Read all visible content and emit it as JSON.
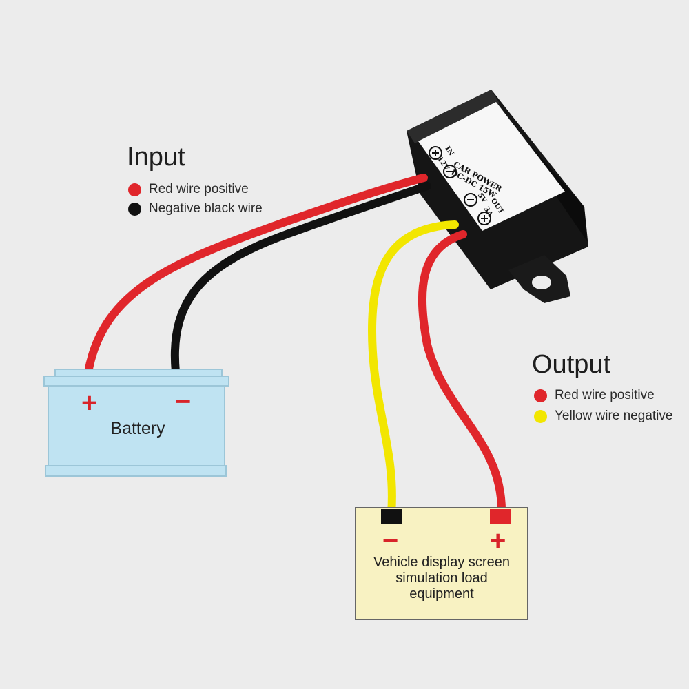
{
  "input": {
    "title": "Input",
    "legend": [
      {
        "label": "Red wire positive",
        "color": "#e0262b"
      },
      {
        "label": "Negative black wire",
        "color": "#111111"
      }
    ]
  },
  "output": {
    "title": "Output",
    "legend": [
      {
        "label": "Red wire positive",
        "color": "#e0262b"
      },
      {
        "label": "Yellow wire negative",
        "color": "#f2e600"
      }
    ]
  },
  "battery": {
    "label": "Battery",
    "plus": "+",
    "minus": "−",
    "color": "#bfe3f2"
  },
  "load": {
    "label_line1": "Vehicle display screen",
    "label_line2": "simulation load",
    "label_line3": "equipment",
    "plus": "+",
    "minus": "−",
    "color": "#f8f2c2"
  },
  "device": {
    "title_line1": "CAR POWER",
    "title_line2": "DC-DC 15W",
    "in_label": "IN",
    "in_voltage": "12V",
    "out_label": "OUT",
    "out_voltage": "5V",
    "out_current": "3A",
    "body_color": "#1c1c1c"
  },
  "wire_colors": {
    "red": "#e0262b",
    "black": "#111111",
    "yellow": "#f2e600"
  }
}
